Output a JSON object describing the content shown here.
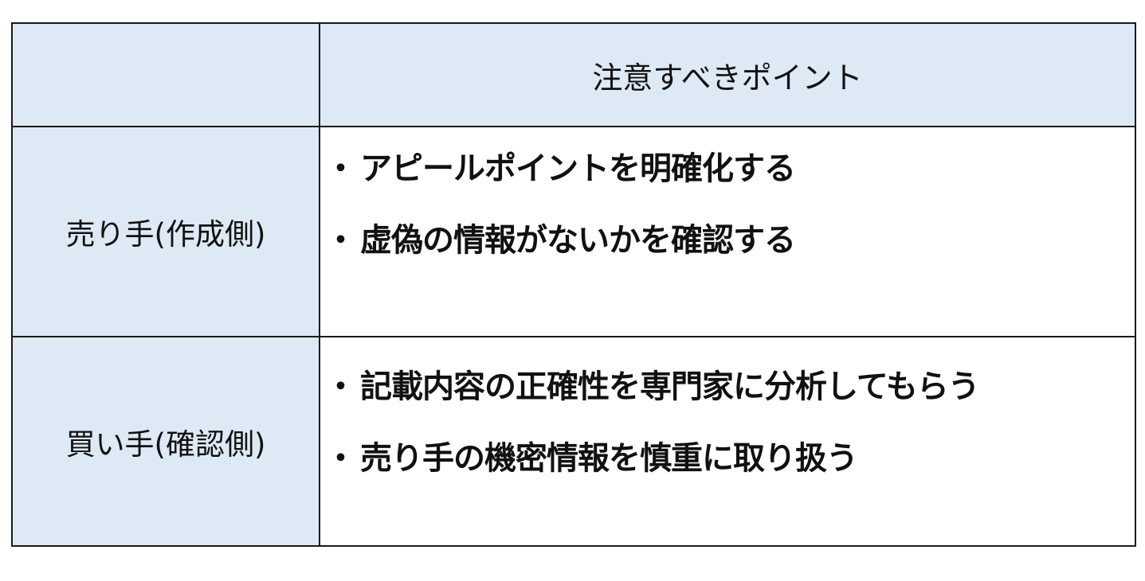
{
  "table": {
    "header": {
      "corner": "",
      "title": "注意すべきポイント"
    },
    "rows": [
      {
        "label": "売り手(作成側)",
        "points": [
          "アピールポイントを明確化する",
          "虚偽の情報がないかを確認する"
        ]
      },
      {
        "label": "買い手(確認側)",
        "points": [
          "記載内容の正確性を専門家に分析してもらう",
          "売り手の機密情報を慎重に取り扱う"
        ]
      }
    ],
    "bullet": "・"
  },
  "colors": {
    "header_bg": "#dde9f5",
    "label_bg": "#dde9f5",
    "border": "#1a1a1a"
  }
}
